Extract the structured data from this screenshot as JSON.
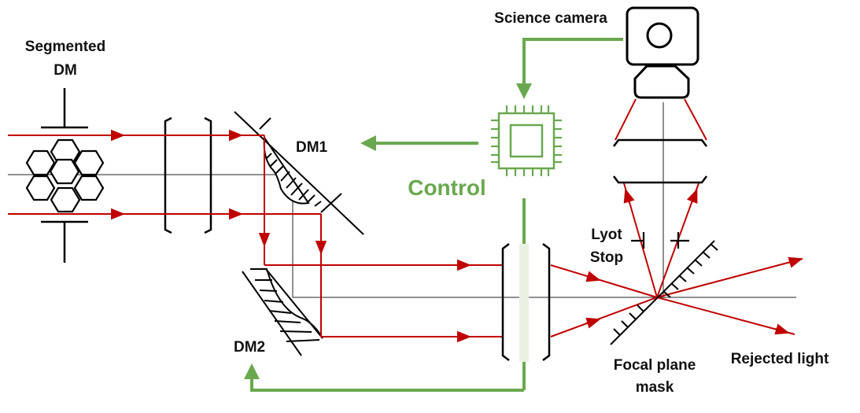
{
  "labels": {
    "segmented_dm_line1": "Segmented",
    "segmented_dm_line2": "DM",
    "science_camera": "Science camera",
    "dm1": "DM1",
    "dm2": "DM2",
    "control": "Control",
    "lyot_stop_line1": "Lyot",
    "lyot_stop_line2": "Stop",
    "focal_plane_mask_line1": "Focal plane",
    "focal_plane_mask_line2": "mask",
    "rejected_light": "Rejected light"
  },
  "colors": {
    "beam": "#c00000",
    "control": "#6aa84f",
    "structure": "#000000",
    "axis": "#222222"
  },
  "icons": {
    "camera": "camera-icon",
    "controller": "chip-icon"
  }
}
